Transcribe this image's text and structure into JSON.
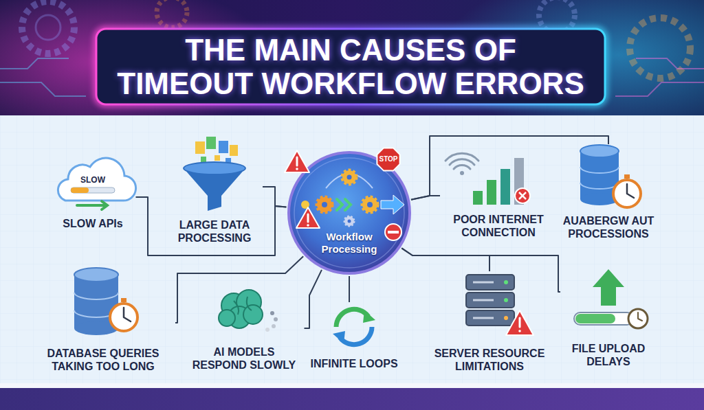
{
  "diagram": {
    "title": "THE MAIN CAUSES OF TIMEOUT WORKFLOW ERRORS",
    "nodes": [
      {
        "text": [
          "SLOW APIs"
        ]
      },
      {
        "text": [
          "LARGE DATA PROCESSING"
        ]
      },
      {
        "text": [
          "Workflow Processing"
        ]
      },
      {
        "text": [
          "POOR INTERNET CONNECTION"
        ]
      },
      {
        "text": [
          "AUABERGW AUT PROCESSIONS"
        ]
      },
      {
        "text": [
          "DATABASE QUERIES TAKING TOO LONG"
        ]
      },
      {
        "text": [
          "AI MODELS RESPOND SLOWLY"
        ]
      },
      {
        "text": [
          "INFINITE LOOPS"
        ]
      },
      {
        "text": [
          "SERVER RESOURCE LIMITATIONS"
        ]
      },
      {
        "text": [
          "FILE UPLOAD DELAYS"
        ]
      }
    ],
    "edges": [
      {
        "from": 2,
        "to": 0,
        "arrow": "none"
      },
      {
        "from": 2,
        "to": 1,
        "arrow": "none"
      },
      {
        "from": 2,
        "to": 3,
        "arrow": "none"
      },
      {
        "from": 2,
        "to": 4,
        "arrow": "none"
      },
      {
        "from": 2,
        "to": 5,
        "arrow": "none"
      },
      {
        "from": 2,
        "to": 6,
        "arrow": "none"
      },
      {
        "from": 2,
        "to": 7,
        "arrow": "none"
      },
      {
        "from": 2,
        "to": 8,
        "arrow": "none"
      },
      {
        "from": 2,
        "to": 9,
        "arrow": "none"
      }
    ],
    "labels": [
      "SLOW",
      "STOP"
    ]
  }
}
